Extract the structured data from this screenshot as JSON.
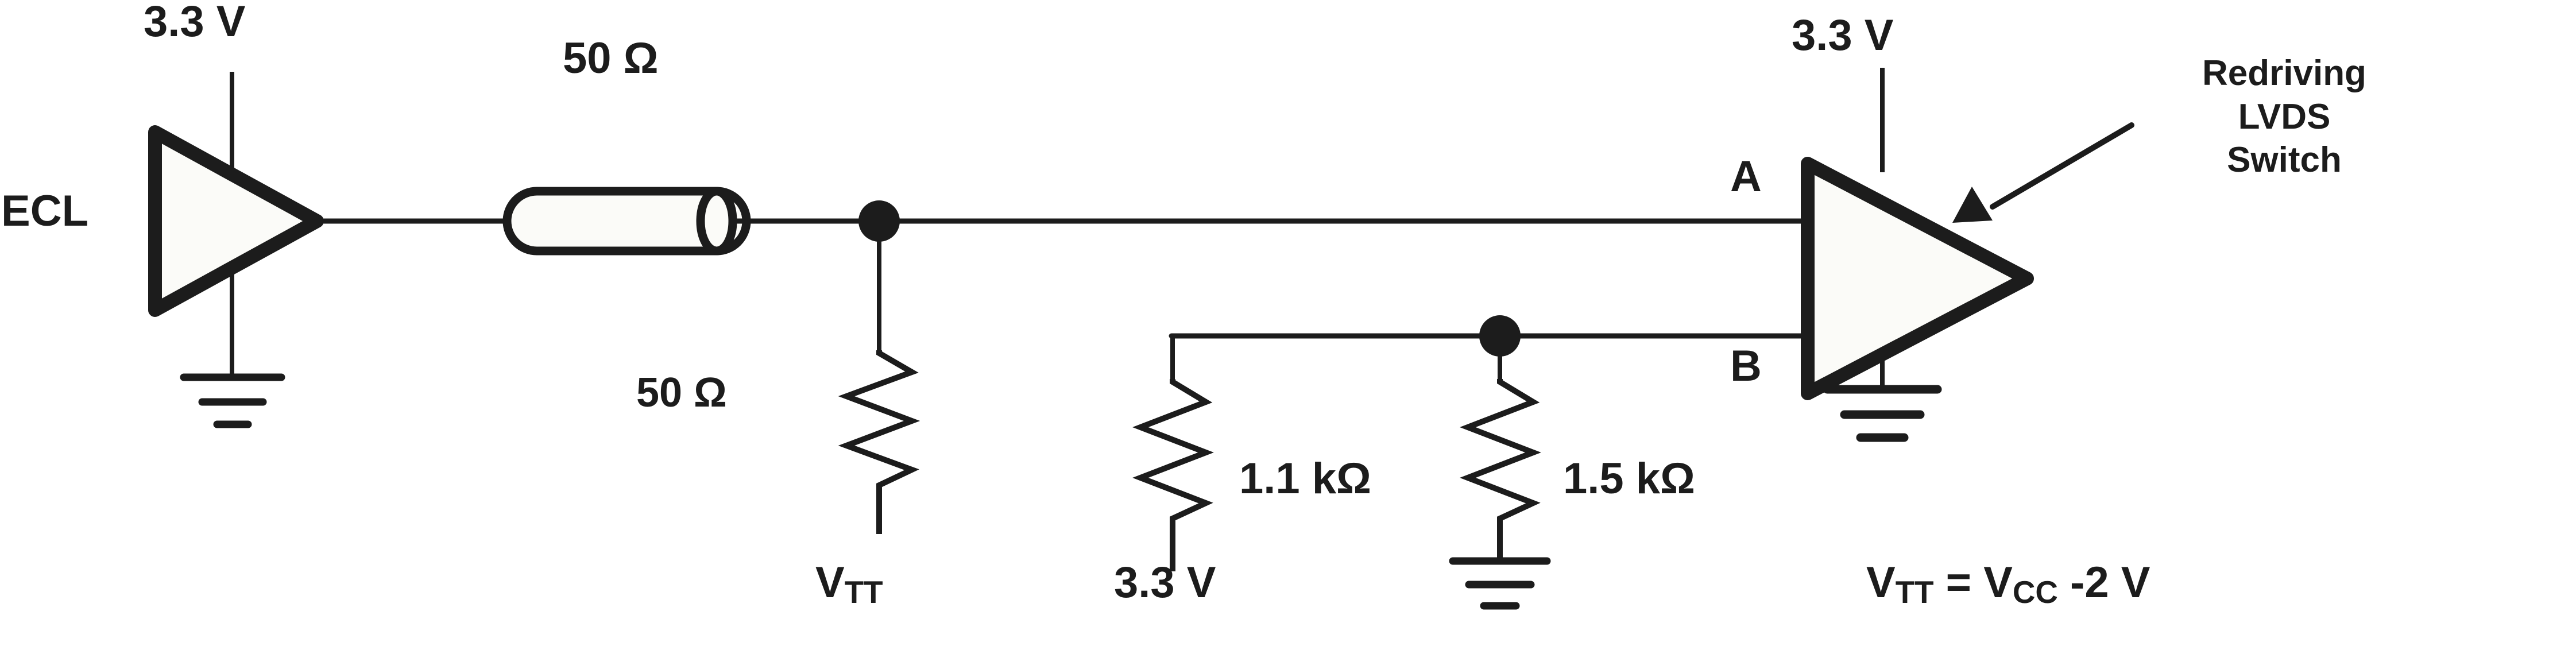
{
  "diagram": {
    "title": "ECL to LVDS redriving switch interface schematic",
    "background_color": "#ffffff",
    "ink_color": "#1c1c1c"
  },
  "labels": {
    "source_label": "ECL",
    "vcc_left": "3.3 V",
    "coax_impedance": "50 Ω",
    "termination_resistor": "50 Ω",
    "vtt_rail": "V",
    "vtt_rail_sub": "TT",
    "pullup_resistor": "1.1 kΩ",
    "pullup_supply": "3.3 V",
    "pulldown_resistor": "1.5 kΩ",
    "input_a": "A",
    "input_b": "B",
    "vcc_right": "3.3 V",
    "annotation_line1": "Redriving",
    "annotation_line2": "LVDS",
    "annotation_line3": "Switch",
    "equation_v1": "V",
    "equation_v1_sub": "TT",
    "equation_eq": " = ",
    "equation_v2": "V",
    "equation_v2_sub": "CC",
    "equation_tail": " -2 V"
  },
  "components": {
    "ecl_driver": {
      "type": "buffer-triangle",
      "name": "ECL driver"
    },
    "coax": {
      "type": "transmission-line",
      "impedance": "50 Ω"
    },
    "r_term": {
      "type": "resistor",
      "value": "50 Ω",
      "connects_to": "VTT"
    },
    "r_pullup": {
      "type": "resistor",
      "value": "1.1 kΩ",
      "connects_to": "3.3 V"
    },
    "r_pulldown": {
      "type": "resistor",
      "value": "1.5 kΩ",
      "connects_to": "GND"
    },
    "lvds_switch": {
      "type": "buffer-triangle",
      "name": "Redriving LVDS Switch",
      "inputs": [
        "A",
        "B"
      ]
    }
  },
  "icons": {
    "ground": "ground-icon",
    "junction": "junction-dot-icon",
    "annotation_arrow": "arrow-pointer-icon"
  }
}
